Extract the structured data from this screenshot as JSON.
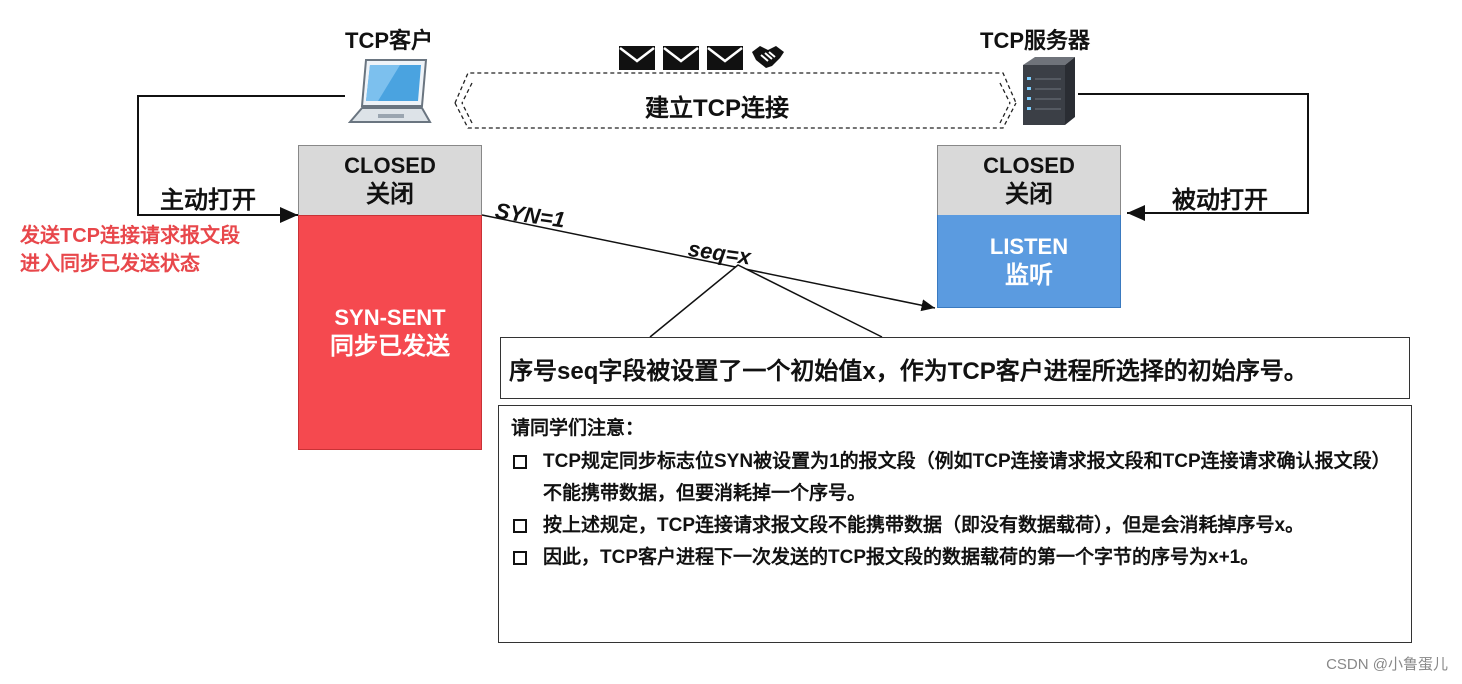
{
  "client": {
    "title": "TCP客户",
    "icon": "laptop-icon"
  },
  "server": {
    "title": "TCP服务器",
    "icon": "server-icon"
  },
  "connection": {
    "label": "建立TCP连接",
    "icons": [
      "envelope-icon",
      "envelope-icon",
      "envelope-icon",
      "handshake-icon"
    ]
  },
  "client_states": {
    "closed": {
      "en": "CLOSED",
      "zh": "关闭"
    },
    "syn_sent": {
      "en": "SYN-SENT",
      "zh": "同步已发送"
    }
  },
  "server_states": {
    "closed": {
      "en": "CLOSED",
      "zh": "关闭"
    },
    "listen": {
      "en": "LISTEN",
      "zh": "监听"
    }
  },
  "active_open": "主动打开",
  "passive_open": "被动打开",
  "client_note": [
    "发送TCP连接请求报文段",
    "进入同步已发送状态"
  ],
  "segment": {
    "syn": "SYN=1",
    "seq": "seq=x"
  },
  "callout": "序号seq字段被设置了一个初始值x，作为TCP客户进程所选择的初始序号。",
  "notes": {
    "heading": "请同学们注意：",
    "items": [
      "TCP规定同步标志位SYN被设置为1的报文段（例如TCP连接请求报文段和TCP连接请求确认报文段）不能携带数据，但要消耗掉一个序号。",
      "按上述规定，TCP连接请求报文段不能携带数据（即没有数据载荷），但是会消耗掉序号x。",
      "因此，TCP客户进程下一次发送的TCP报文段的数据载荷的第一个字节的序号为x+1。"
    ]
  },
  "watermark": "CSDN @小鲁蛋儿",
  "colors": {
    "syn_sent": "#f5494f",
    "listen": "#5b9be0",
    "closed": "#d9d9d9",
    "note_red": "#e8474b"
  }
}
